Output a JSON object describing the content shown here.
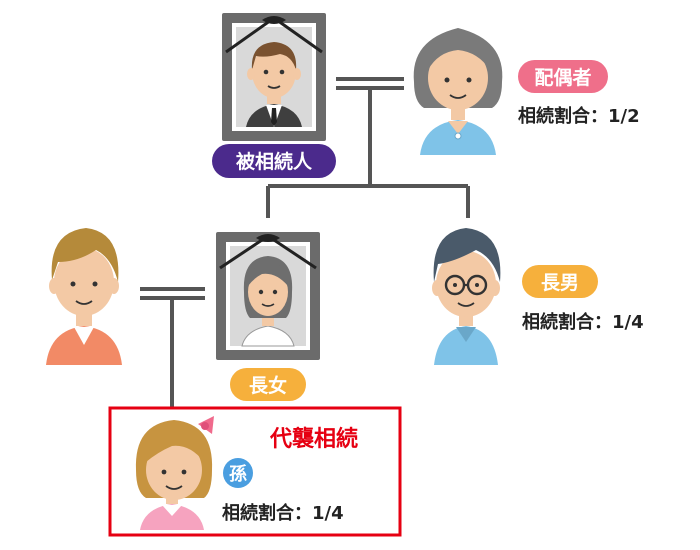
{
  "decedent": {
    "badge": "被相続人",
    "badge_color": "#4b2a8c"
  },
  "spouse": {
    "badge": "配偶者",
    "badge_color": "#ef6f8a",
    "share": "相続割合：1/2"
  },
  "eldest_son": {
    "badge": "長男",
    "badge_color": "#f6b03c",
    "share": "相続割合：1/4"
  },
  "eldest_daughter": {
    "badge": "長女",
    "badge_color": "#f6b03c"
  },
  "grandchild": {
    "badge": "孫",
    "badge_color": "#4a9ee0",
    "share": "相続割合：1/4"
  },
  "representation": {
    "label": "代襲相続",
    "color": "#e60012"
  }
}
